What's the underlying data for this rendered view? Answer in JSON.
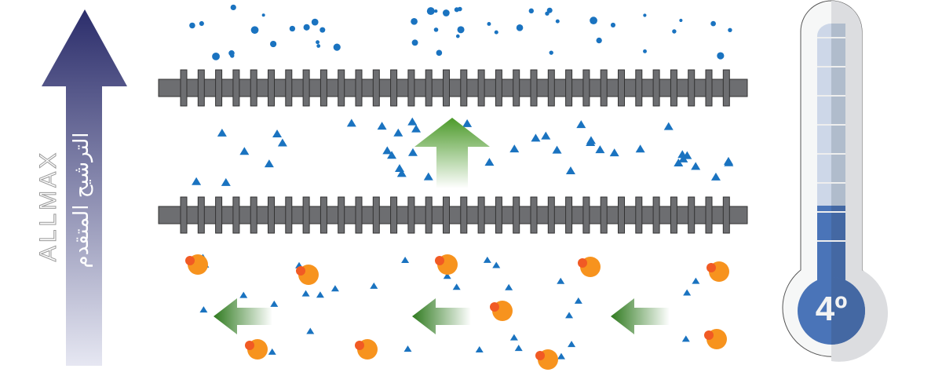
{
  "brand": "ALLMAX",
  "arrow_caption": "الترشيح المتقدم",
  "thermometer": {
    "value": 4,
    "label": "4º",
    "fill_fraction": 0.3
  },
  "colors": {
    "arrow_dark": "#2b2d6b",
    "membrane": "#6d6e71",
    "water": "#1a73c0",
    "contaminant": "#f7931e",
    "flow_arrow": "#5aab30",
    "thermo_fill": "#4a74b8"
  }
}
